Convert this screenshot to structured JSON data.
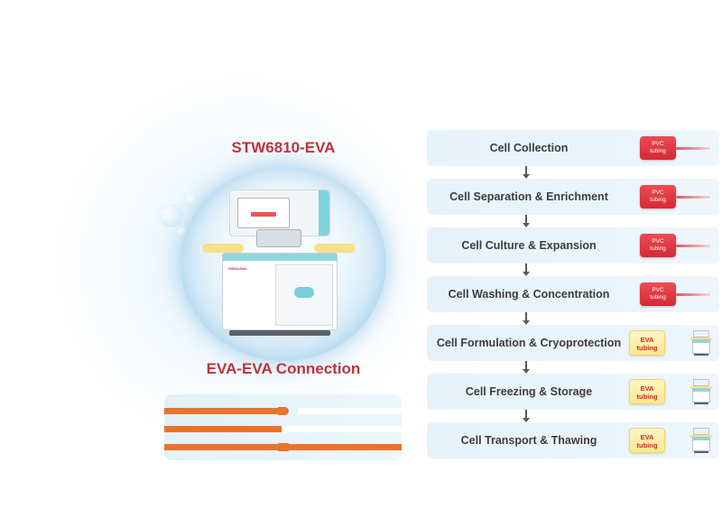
{
  "product": {
    "title": "STW6810-EVA",
    "caption": "EVA-EVA Connection",
    "device_logo": "SINGLEtec"
  },
  "colors": {
    "accent_red": "#c0323a",
    "pvc_red": "#d42a35",
    "eva_yellow": "#fbe88a",
    "tube_orange": "#e8742c",
    "step_bg": "#e6f2fa"
  },
  "steps": [
    {
      "label": "Cell Collection",
      "tubing": "pvc",
      "badge_line1": "PVC",
      "badge_line2": "tubing"
    },
    {
      "label": "Cell Separation & Enrichment",
      "tubing": "pvc",
      "badge_line1": "PVC",
      "badge_line2": "tubing"
    },
    {
      "label": "Cell Culture & Expansion",
      "tubing": "pvc",
      "badge_line1": "PVC",
      "badge_line2": "tubing"
    },
    {
      "label": "Cell Washing & Concentration",
      "tubing": "pvc",
      "badge_line1": "PVC",
      "badge_line2": "tubing"
    },
    {
      "label": "Cell Formulation & Cryoprotection",
      "tubing": "eva",
      "badge_line1": "EVA",
      "badge_line2": "tubing"
    },
    {
      "label": "Cell Freezing & Storage",
      "tubing": "eva",
      "badge_line1": "EVA",
      "badge_line2": "tubing"
    },
    {
      "label": "Cell Transport & Thawing",
      "tubing": "eva",
      "badge_line1": "EVA",
      "badge_line2": "tubing"
    }
  ]
}
